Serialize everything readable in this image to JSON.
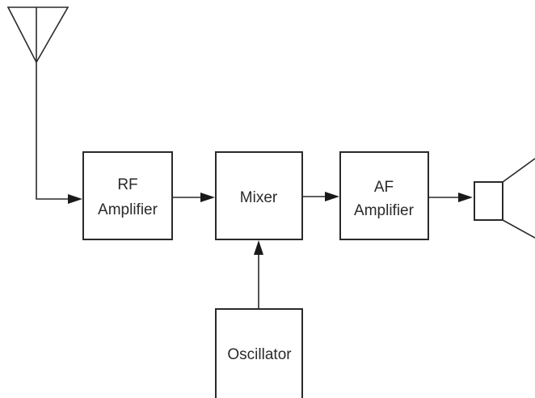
{
  "diagram": {
    "blocks": {
      "rf_amplifier": {
        "line1": "RF",
        "line2": "Amplifier"
      },
      "mixer": {
        "label": "Mixer"
      },
      "af_amplifier": {
        "line1": "AF",
        "line2": "Amplifier"
      },
      "oscillator": {
        "label": "Oscillator"
      }
    },
    "icons": {
      "antenna": "antenna-icon",
      "speaker": "speaker-icon"
    },
    "colors": {
      "line": "#2a2a2a",
      "background": "#ffffff"
    }
  }
}
